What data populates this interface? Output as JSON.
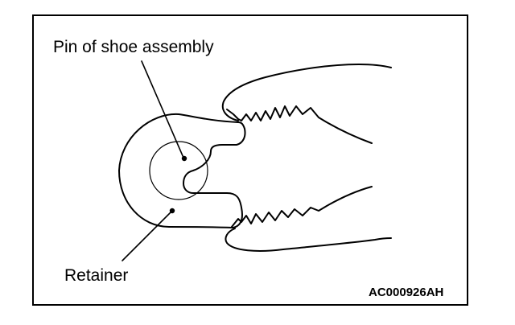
{
  "labels": {
    "pin": "Pin of shoe assembly",
    "retainer": "Retainer",
    "figure_code": "AC000926AH"
  },
  "colors": {
    "line": "#000000",
    "background": "#ffffff"
  }
}
